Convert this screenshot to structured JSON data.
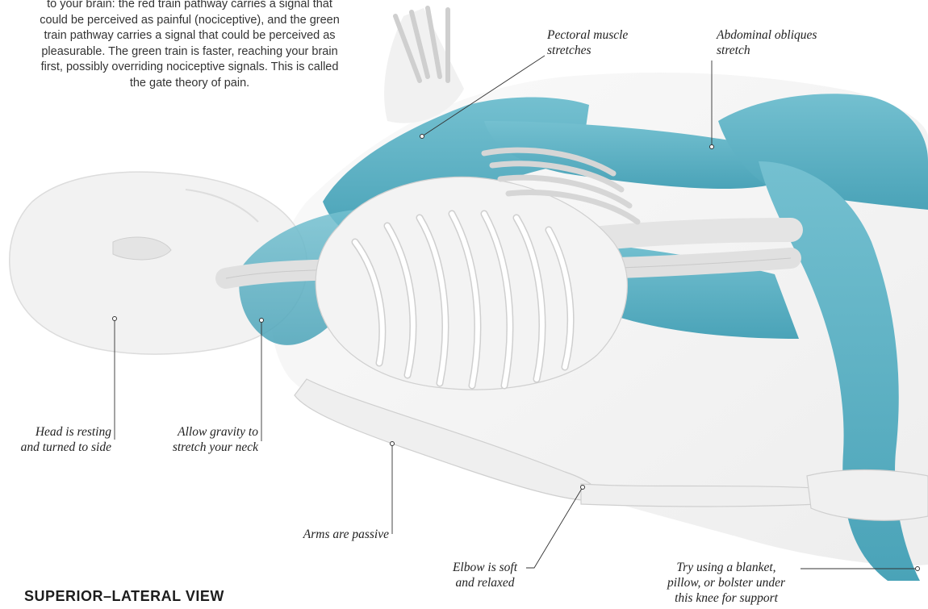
{
  "intro_lines": [
    "to your brain: the red train pathway carries a signal that",
    "could be perceived as painful (nociceptive), and the green",
    "train pathway carries a signal that could be perceived as",
    "pleasurable. The green train is faster, reaching your brain",
    "first, possibly overriding nociceptive signals. This is called",
    "the gate theory of pain."
  ],
  "labels": {
    "pectoral": [
      "Pectoral muscle",
      "stretches"
    ],
    "obliques": [
      "Abdominal obliques",
      "stretch"
    ],
    "head": [
      "Head is resting",
      "and turned to side"
    ],
    "neck": [
      "Allow gravity to",
      "stretch your neck"
    ],
    "arms": [
      "Arms are passive"
    ],
    "elbow": [
      "Elbow is soft",
      "and relaxed"
    ],
    "knee": [
      "Try using a blanket,",
      "pillow, or bolster under",
      "this knee for support"
    ]
  },
  "view_title": "SUPERIOR–LATERAL VIEW",
  "colors": {
    "muscle": "#5fb3c5",
    "bone": "#eeeeee",
    "skin": "#f5f5f5",
    "leader": "#333333"
  }
}
